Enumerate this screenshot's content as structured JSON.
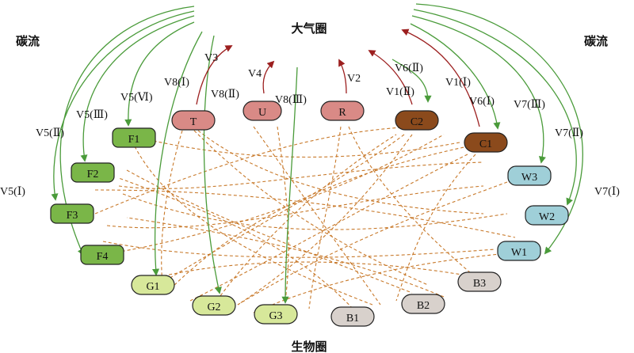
{
  "headings": {
    "top": "大气圈",
    "bottom": "生物圈",
    "left": "碳流",
    "right": "碳流"
  },
  "nodes": {
    "T": "T",
    "U": "U",
    "R": "R",
    "C2": "C2",
    "C1": "C1",
    "F1": "F1",
    "F2": "F2",
    "F3": "F3",
    "F4": "F4",
    "G1": "G1",
    "G2": "G2",
    "G3": "G3",
    "B1": "B1",
    "B2": "B2",
    "B3": "B3",
    "W1": "W1",
    "W2": "W2",
    "W3": "W3"
  },
  "labels": {
    "V3": "V3",
    "V4": "V4",
    "V2": "V2",
    "V8_1": "V8(Ⅰ)",
    "V8_2": "V8(Ⅱ)",
    "V8_3": "V8(Ⅲ)",
    "V5_6": "V5(Ⅵ)",
    "V5_3": "V5(Ⅲ)",
    "V5_2": "V5(Ⅱ)",
    "V5_1": "V5(Ⅰ)",
    "V6_2": "V6(Ⅱ)",
    "V1_2": "V1(Ⅱ)",
    "V1_1": "V1(Ⅰ)",
    "V6_1": "V6(Ⅰ)",
    "V7_3": "V7(Ⅲ)",
    "V7_2": "V7(Ⅱ)",
    "V7_1": "V7(Ⅰ)"
  },
  "colors": {
    "F": "#7ab648",
    "G": "#d7e89a",
    "B": "#d8d1cc",
    "W": "#9fcfd8",
    "C": "#8b4a1c",
    "atm": "#d98a86",
    "green_flow": "#4a9b3a",
    "red_flow": "#9c1f1f",
    "dashed": "#c8792a"
  }
}
